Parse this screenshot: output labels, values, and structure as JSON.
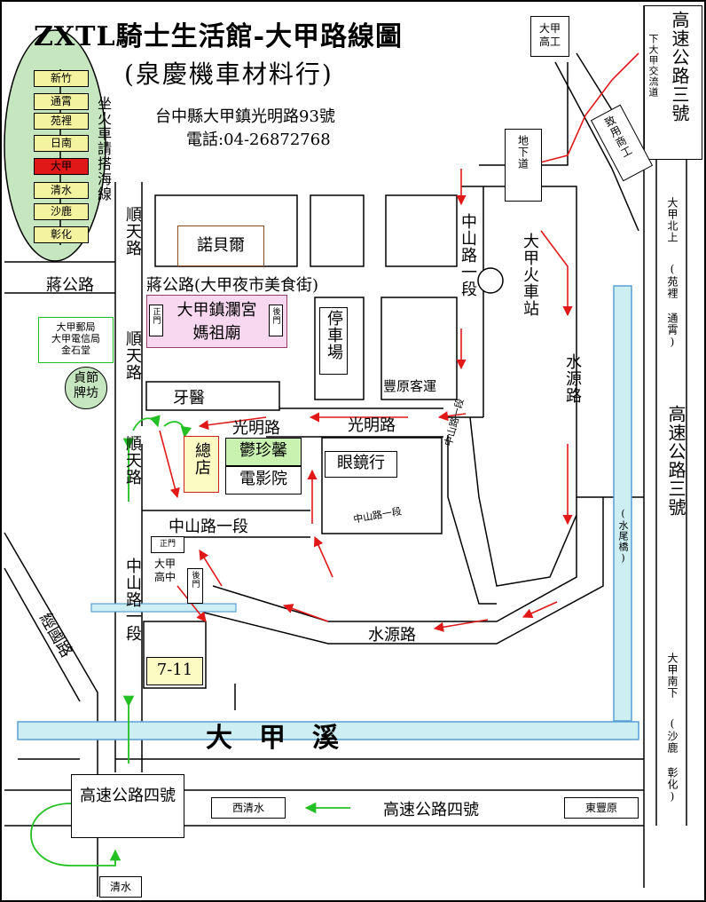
{
  "title": "ZXTL騎士生活館-大甲路線圖",
  "subtitle": "(泉慶機車材料行)",
  "address": "台中縣大甲鎮光明路93號",
  "phone": "電話:04-26872768",
  "train": {
    "stations": [
      "新竹",
      "通霄",
      "苑裡",
      "日南",
      "大甲",
      "清水",
      "沙鹿",
      "彰化"
    ],
    "highlight": "大甲",
    "note": "坐火車請搭海線"
  },
  "labels": {
    "dajia_high_school_top": "大甲高工",
    "freeway3_top": "高速公路三號",
    "freeway3_exit": "下大甲交流道",
    "zhiyong": "致用商工",
    "underpass": "地下道",
    "zhongshan_1": "中山路一段",
    "dajia_station": "大甲火車站",
    "shuntian_1": "順天路",
    "nobel": "諾貝爾",
    "jianggong_left": "蔣公路",
    "jianggong_market": "蔣公路(大甲夜市美食街)",
    "post_office": [
      "大甲郵局",
      "大甲電信局",
      "金石堂"
    ],
    "temple": [
      "大甲鎮瀾宮",
      "媽祖廟"
    ],
    "front_gate": "正門",
    "back_gate": "後門",
    "parking": "停車場",
    "fengyuan_bus": "豐原客運",
    "shuntian_2": "順天路",
    "chastity_arch": "貞節牌坊",
    "dentist": "牙醫",
    "shuiyuan_1": "水源路",
    "dajia_north": "大甲北上",
    "north_towns": "(苑裡 通霄)",
    "guangming_1": "光明路",
    "guangming_2": "光明路",
    "zhongshan_diag": "中山路一段",
    "main_store": "總店",
    "yuzhenxin": "鬱珍馨",
    "cinema": "電影院",
    "optical": "眼鏡行",
    "shuntian_3": "順天路",
    "shuiwei_bridge": "(水尾橋)",
    "freeway3_mid": "高速公路三號",
    "zhongshan_road": "中山路一段",
    "zhongshan_lower": "中山路一段",
    "zhongshan_slant": "中山路一段",
    "dajia_hs": "大甲高中",
    "jingguo": "經國路",
    "shuiyuan_2": "水源路",
    "seven_eleven": "7-11",
    "dajia_south": "大甲南下",
    "south_towns": "(沙鹿 彰化)",
    "river": "大　甲　溪",
    "freeway4_box": "高速公路四號",
    "west_qingshui": "西清水",
    "freeway4_road": "高速公路四號",
    "east_fengyuan": "東豐原",
    "qingshui": "清水"
  },
  "colors": {
    "title_bar": "#ffffff",
    "river": "#cdeef2",
    "river_stroke": "#5a9fd6",
    "temple_bg": "#f8d8f0",
    "temple_border": "#9b3d6a",
    "store_bg": "#fdfbc4",
    "store_border": "#cc2222",
    "cinema_bg": "#c9f2b0",
    "highlight_station": "#e01818",
    "station_bg": "#f3f3a0",
    "oval": "#c5e6bf",
    "red_arrow": "#e01818",
    "green_arrow": "#22c022",
    "nobel_border": "#8a4b23"
  }
}
